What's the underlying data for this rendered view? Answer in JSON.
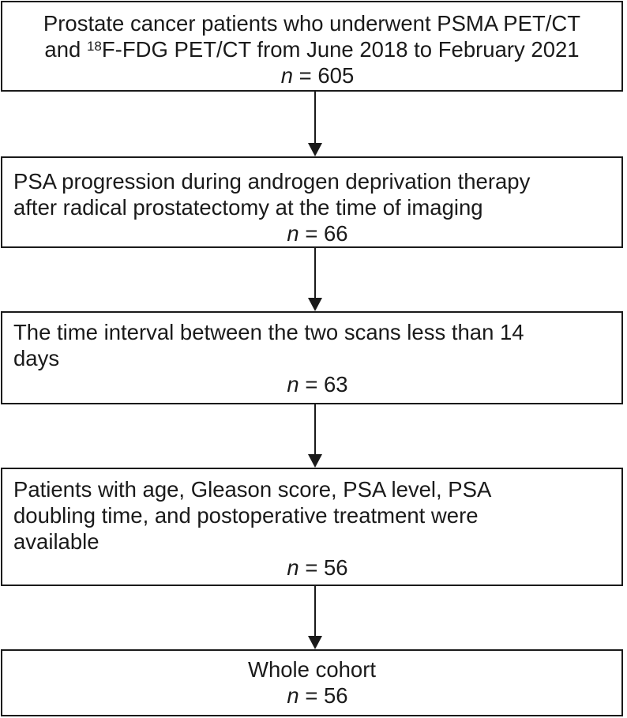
{
  "flowchart": {
    "steps": [
      {
        "lines": [
          "Prostate cancer patients who underwent PSMA PET/CT",
          "F-FDG PET/CT from June 2018 to February 2021"
        ],
        "line2_prefix": "and ",
        "line2_superscript": "18",
        "n_label": "n",
        "n_value": "= 605"
      },
      {
        "lines": [
          "PSA progression during androgen deprivation therapy",
          "after radical prostatectomy at the time of imaging"
        ],
        "n_label": "n",
        "n_value": "= 66"
      },
      {
        "lines": [
          "The time interval between the two scans less than 14",
          "days"
        ],
        "n_label": "n",
        "n_value": "= 63"
      },
      {
        "lines": [
          "Patients with age, Gleason score, PSA level, PSA",
          "doubling time, and postoperative treatment were",
          "available"
        ],
        "n_label": "n",
        "n_value": "= 56"
      },
      {
        "lines": [
          "Whole cohort"
        ],
        "n_label": "n",
        "n_value": "= 56"
      }
    ]
  }
}
